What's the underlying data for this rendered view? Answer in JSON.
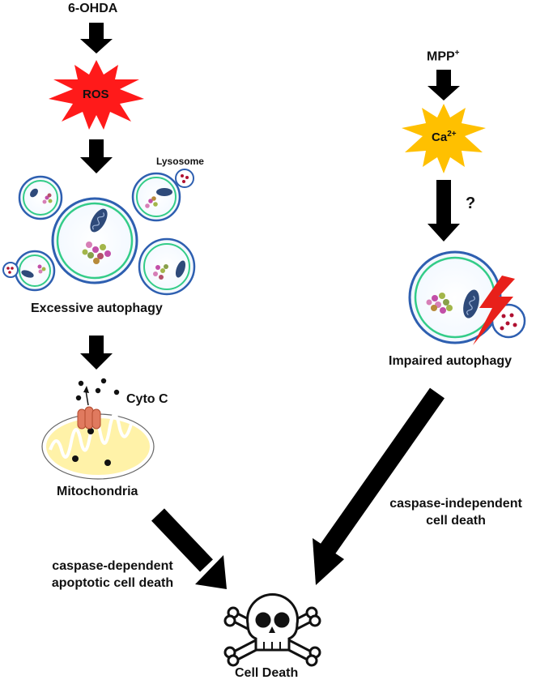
{
  "left_pathway": {
    "toxin": "6-OHDA",
    "stress_signal": "ROS",
    "lysosome_label": "Lysosome",
    "autophagy_label": "Excessive autophagy",
    "cytochrome_label": "Cyto C",
    "organelle_label": "Mitochondria",
    "death_route_line1": "caspase-dependent",
    "death_route_line2": "apoptotic cell death"
  },
  "right_pathway": {
    "toxin": "MPP",
    "toxin_charge": "+",
    "ion": "Ca",
    "ion_charge": "2+",
    "uncertain_link": "?",
    "autophagy_label": "Impaired autophagy",
    "death_route_line1": "caspase-independent",
    "death_route_line2": "cell death"
  },
  "outcome": {
    "label": "Cell Death",
    "icon": "skull-crossbones-icon"
  },
  "colors": {
    "ros_burst": "#ff1a1a",
    "calcium_burst": "#ffc000",
    "vesicle_outer": "#2e5fb0",
    "vesicle_inner": "#33cc88",
    "mito_body": "#2e4a7a",
    "mito_fill": "#fff2a8",
    "channel": "#e07a5f",
    "arrow": "#000000",
    "lightning": "#e8201a"
  }
}
